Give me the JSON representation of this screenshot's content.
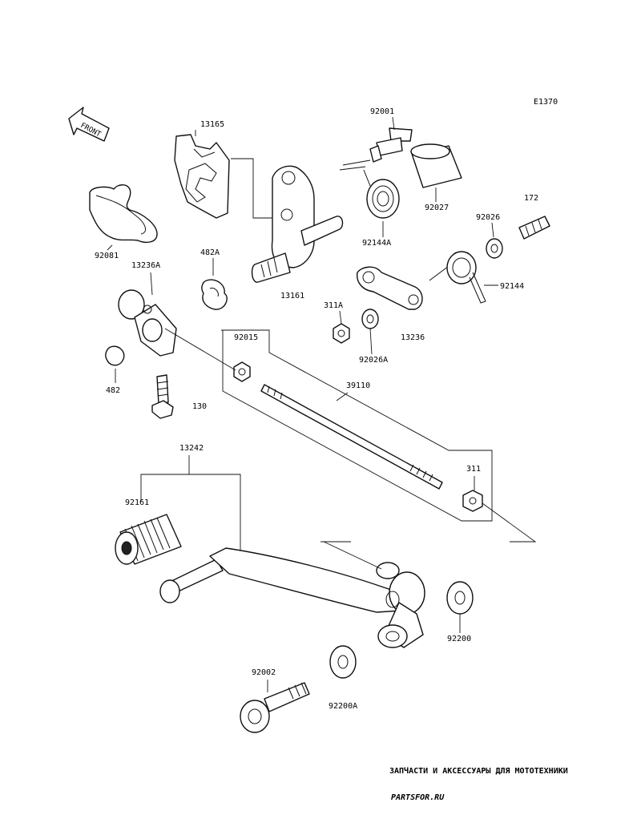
{
  "diagram": {
    "ref": "E1370",
    "front_marker": "FRONT",
    "labels": {
      "p13165": "13165",
      "p92001": "92001",
      "p92027": "92027",
      "p172": "172",
      "p92026": "92026",
      "p92081": "92081",
      "p13236A": "13236A",
      "p482A": "482A",
      "p13161": "13161",
      "p92144A": "92144A",
      "p92144": "92144",
      "p311A": "311A",
      "p13236": "13236",
      "p92026A": "92026A",
      "p92015": "92015",
      "p482": "482",
      "p130": "130",
      "p39110": "39110",
      "p13242": "13242",
      "p311": "311",
      "p92161": "92161",
      "p92200": "92200",
      "p92002": "92002",
      "p92200A": "92200A"
    }
  },
  "watermark": {
    "tagline": "ЗАПЧАСТИ И АКСЕССУАРЫ ДЛЯ МОТОТЕХНИКИ",
    "brand": "PARTSFOR.RU",
    "color": "#ee8d96"
  }
}
